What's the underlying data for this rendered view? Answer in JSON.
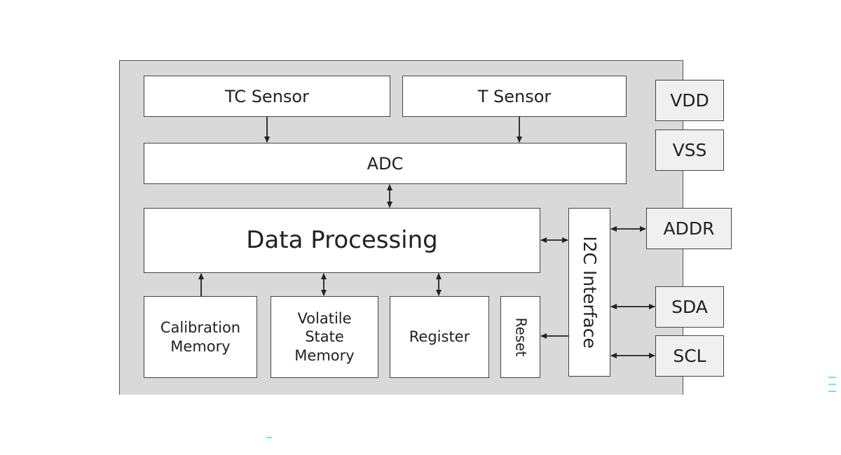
{
  "blocks": {
    "tc_sensor": "TC Sensor",
    "t_sensor": "T Sensor",
    "adc": "ADC",
    "data_processing": "Data Processing",
    "calibration_memory": "Calibration\nMemory",
    "volatile_state_memory": "Volatile\nState\nMemory",
    "register": "Register",
    "reset": "Reset",
    "i2c_interface": "I2C Interface"
  },
  "pins": {
    "vdd": "VDD",
    "vss": "VSS",
    "addr": "ADDR",
    "sda": "SDA",
    "scl": "SCL"
  },
  "colors": {
    "chip_fill": "#d9d9d9",
    "block_fill": "#ffffff",
    "pin_fill": "#f0f0f0",
    "line": "#222222"
  }
}
